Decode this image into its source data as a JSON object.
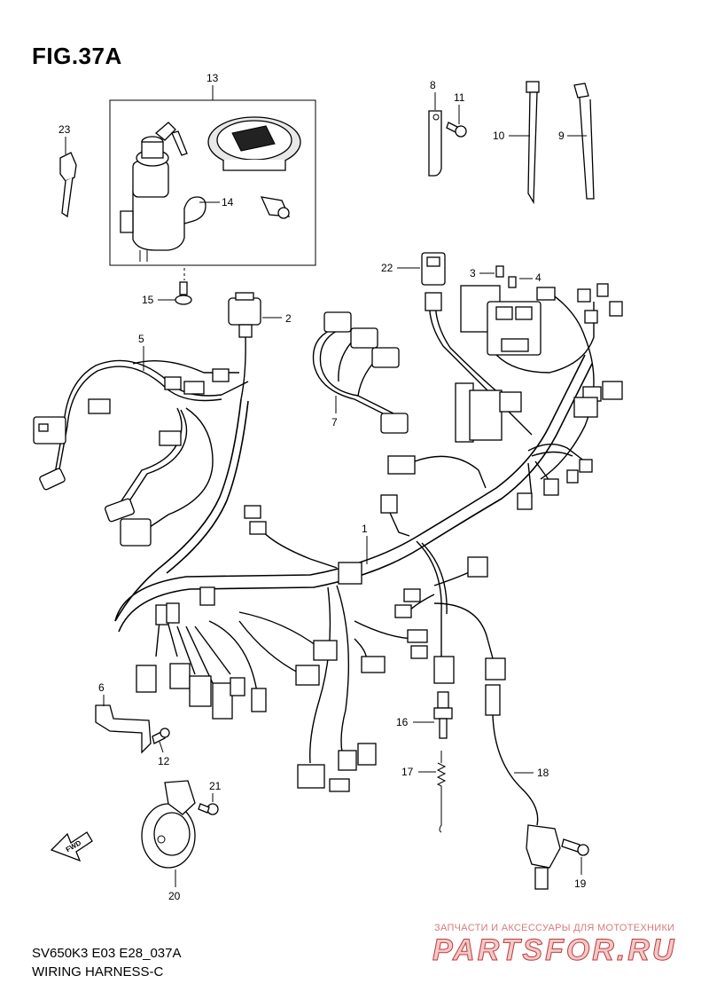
{
  "figure": {
    "title": "FIG.37A",
    "model_code": "SV650K3 E03 E28_037A",
    "section_name": "WIRING HARNESS-C",
    "fwd_label": "FWD"
  },
  "callouts": [
    "1",
    "2",
    "3",
    "4",
    "5",
    "6",
    "7",
    "8",
    "9",
    "10",
    "11",
    "12",
    "13",
    "14",
    "15",
    "16",
    "17",
    "18",
    "19",
    "20",
    "21",
    "22",
    "23"
  ],
  "watermark": {
    "tagline": "ЗАПЧАСТИ И АКСЕССУАРЫ ДЛЯ МОТОТЕХНИКИ",
    "logo": "PARTSFOR.RU"
  }
}
